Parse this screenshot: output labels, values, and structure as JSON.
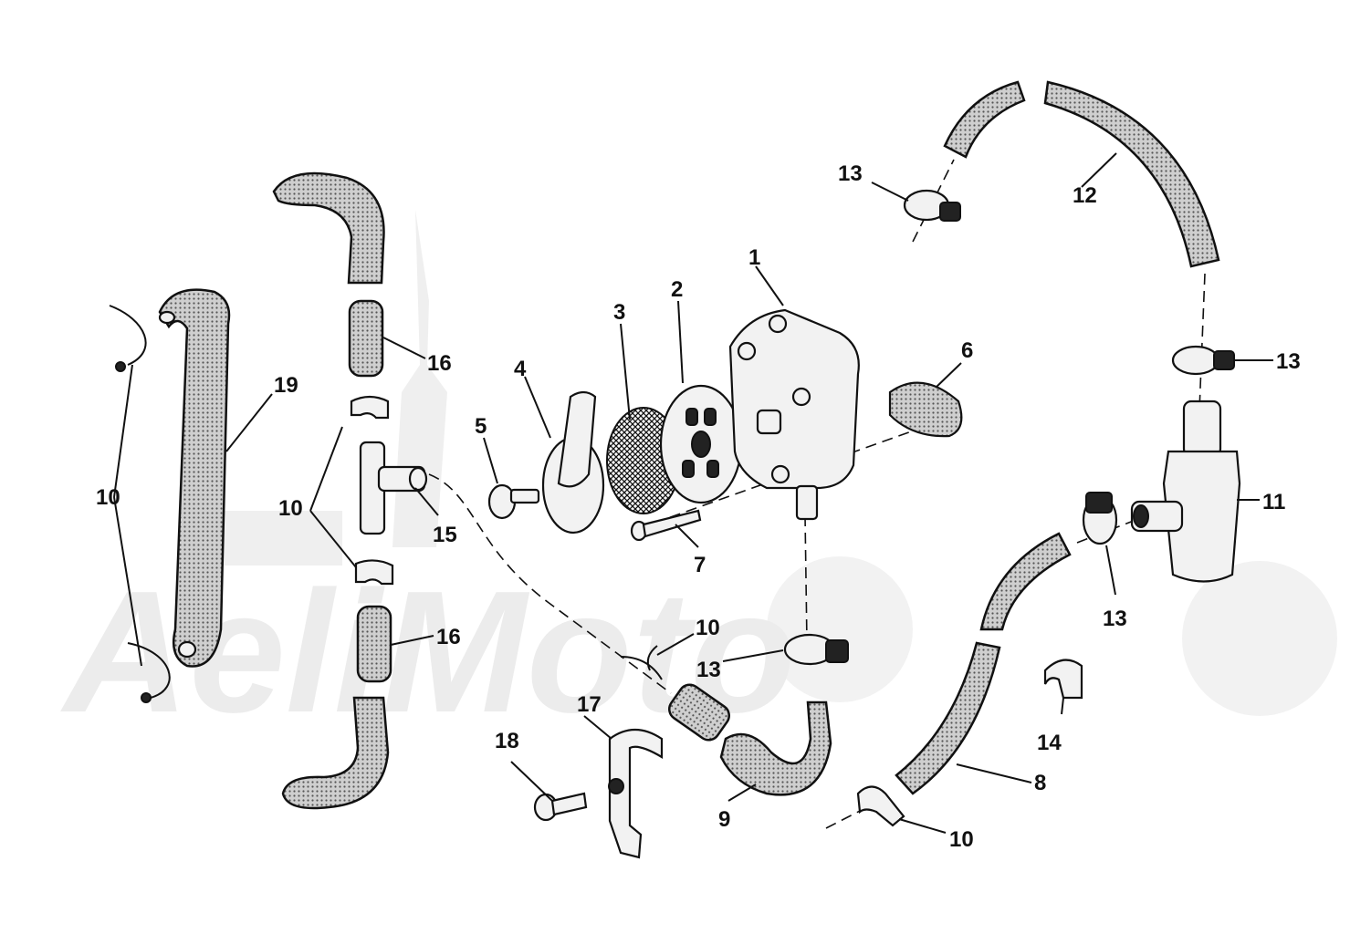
{
  "diagram": {
    "watermark_text": "AeliMoto",
    "labels": [
      {
        "id": "1",
        "text": "1"
      },
      {
        "id": "2",
        "text": "2"
      },
      {
        "id": "3",
        "text": "3"
      },
      {
        "id": "4",
        "text": "4"
      },
      {
        "id": "5",
        "text": "5"
      },
      {
        "id": "6",
        "text": "6"
      },
      {
        "id": "7",
        "text": "7"
      },
      {
        "id": "8",
        "text": "8"
      },
      {
        "id": "9",
        "text": "9"
      },
      {
        "id": "10a",
        "text": "10"
      },
      {
        "id": "10b",
        "text": "10"
      },
      {
        "id": "10c",
        "text": "10"
      },
      {
        "id": "10d",
        "text": "10"
      },
      {
        "id": "11",
        "text": "11"
      },
      {
        "id": "12",
        "text": "12"
      },
      {
        "id": "13a",
        "text": "13"
      },
      {
        "id": "13b",
        "text": "13"
      },
      {
        "id": "13c",
        "text": "13"
      },
      {
        "id": "13d",
        "text": "13"
      },
      {
        "id": "14",
        "text": "14"
      },
      {
        "id": "15",
        "text": "15"
      },
      {
        "id": "16a",
        "text": "16"
      },
      {
        "id": "16b",
        "text": "16"
      },
      {
        "id": "17",
        "text": "17"
      },
      {
        "id": "18",
        "text": "18"
      },
      {
        "id": "19",
        "text": "19"
      }
    ]
  }
}
